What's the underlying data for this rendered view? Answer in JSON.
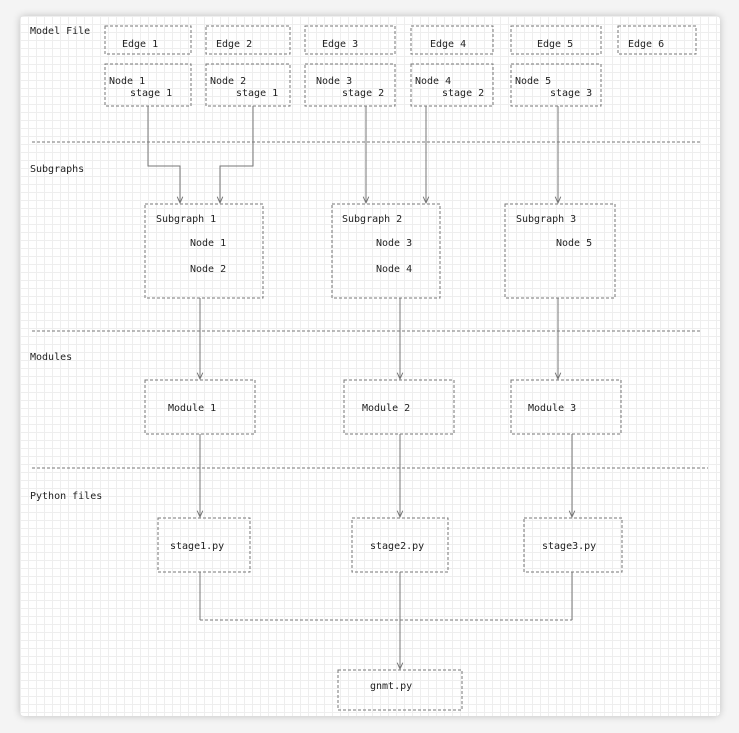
{
  "colors": {
    "stroke": "#777777",
    "text": "#222222",
    "grid": "#eeeeee",
    "background": "#ffffff"
  },
  "sections": {
    "model_file": "Model File",
    "subgraphs": "Subgraphs",
    "modules": "Modules",
    "python_files": "Python files"
  },
  "edges": [
    "Edge 1",
    "Edge 2",
    "Edge 3",
    "Edge 4",
    "Edge 5",
    "Edge 6"
  ],
  "nodes": [
    {
      "name": "Node 1",
      "stage": "stage 1"
    },
    {
      "name": "Node 2",
      "stage": "stage 1"
    },
    {
      "name": "Node 3",
      "stage": "stage 2"
    },
    {
      "name": "Node 4",
      "stage": "stage 2"
    },
    {
      "name": "Node 5",
      "stage": "stage 3"
    }
  ],
  "subgraphs": [
    {
      "title": "Subgraph 1",
      "nodes": [
        "Node 1",
        "Node 2"
      ]
    },
    {
      "title": "Subgraph 2",
      "nodes": [
        "Node 3",
        "Node 4"
      ]
    },
    {
      "title": "Subgraph 3",
      "nodes": [
        "Node 5"
      ]
    }
  ],
  "modules": [
    "Module 1",
    "Module 2",
    "Module 3"
  ],
  "python_files": [
    "stage1.py",
    "stage2.py",
    "stage3.py"
  ],
  "output_file": "gnmt.py"
}
